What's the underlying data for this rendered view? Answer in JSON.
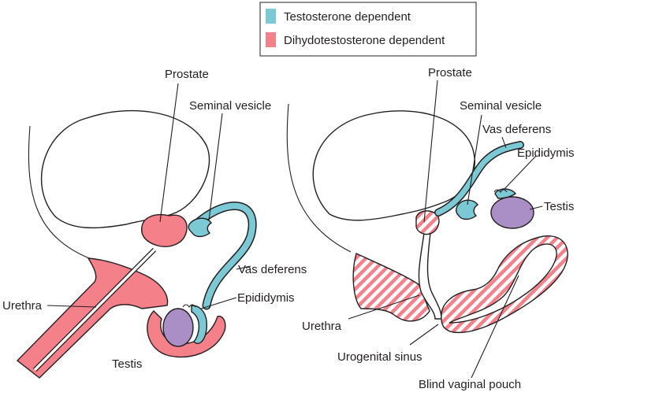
{
  "colors": {
    "testosterone": "#7cc9d6",
    "dht": "#f4808a",
    "testis": "#a98fc6",
    "outline": "#231f20"
  },
  "legend": {
    "testosterone": "Testosterone dependent",
    "dht": "Dihydotestosterone dependent"
  },
  "left": {
    "prostate": "Prostate",
    "seminal_vesicle": "Seminal vesicle",
    "vas_deferens": "Vas deferens",
    "epididymis": "Epididymis",
    "urethra": "Urethra",
    "testis": "Testis"
  },
  "right": {
    "prostate": "Prostate",
    "seminal_vesicle": "Seminal vesicle",
    "vas_deferens": "Vas deferens",
    "epididymis": "Epididymis",
    "testis": "Testis",
    "urethra": "Urethra",
    "urogenital_sinus": "Urogenital sinus",
    "blind_vaginal_pouch": "Blind vaginal pouch"
  }
}
